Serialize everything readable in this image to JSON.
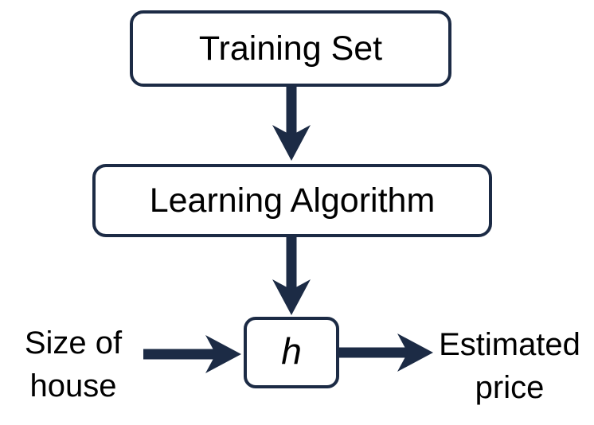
{
  "diagram": {
    "background_color": "#ffffff",
    "line_color": "#1c2b45",
    "text_color": "#000000",
    "nodes": {
      "training_set": {
        "label": "Training Set",
        "shape": "rounded-rect"
      },
      "learning_algorithm": {
        "label": "Learning Algorithm",
        "shape": "rounded-rect"
      },
      "hypothesis": {
        "label": "h",
        "shape": "rounded-rect",
        "style": "italic"
      }
    },
    "io_labels": {
      "input": "Size of\nhouse",
      "output": "Estimated\nprice"
    },
    "edges": [
      {
        "from": "Training Set",
        "to": "Learning Algorithm",
        "direction": "down"
      },
      {
        "from": "Learning Algorithm",
        "to": "h",
        "direction": "down"
      },
      {
        "from": "Size of house",
        "to": "h",
        "direction": "right"
      },
      {
        "from": "h",
        "to": "Estimated price",
        "direction": "right"
      }
    ]
  }
}
